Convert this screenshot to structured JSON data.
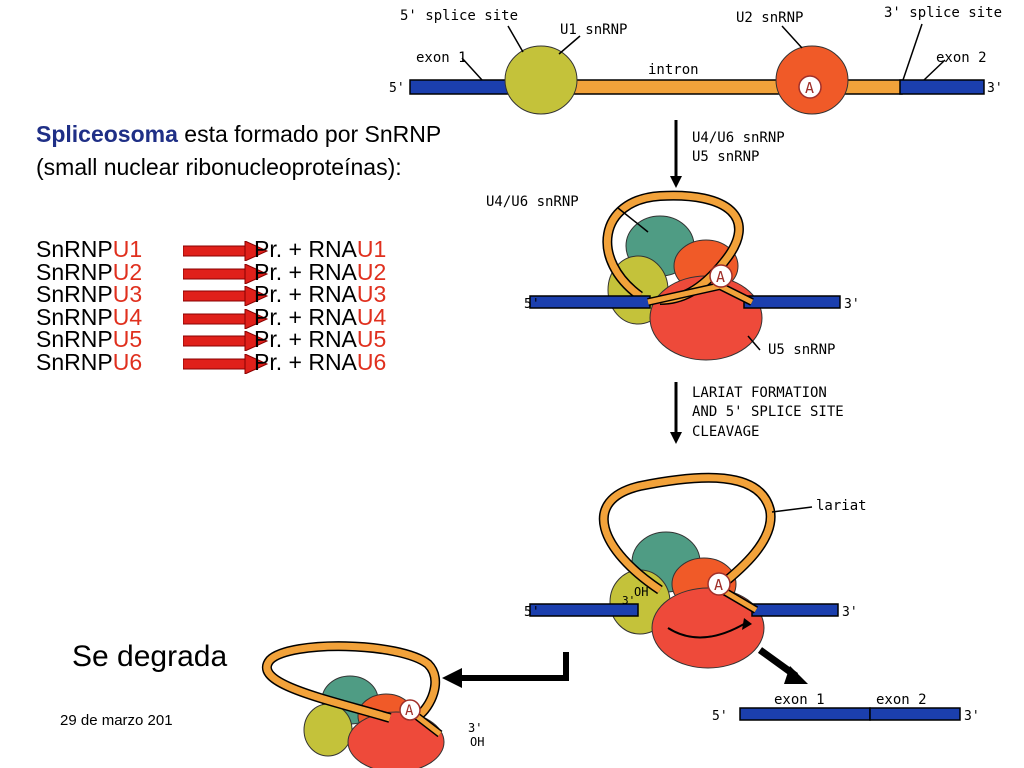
{
  "intro": {
    "keyword": "Spliceosoma",
    "rest": " esta formado por SnRNP (small nuclear ribonucleoproteínas):"
  },
  "snrnp_list": [
    {
      "prefix": "SnRNP",
      "code": "U1",
      "rhs_prefix": "Pr. + RNA",
      "rhs_code": "U1"
    },
    {
      "prefix": "SnRNP",
      "code": "U2",
      "rhs_prefix": "Pr. + RNA",
      "rhs_code": "U2"
    },
    {
      "prefix": "SnRNP",
      "code": "U3",
      "rhs_prefix": "Pr. + RNA",
      "rhs_code": "U3"
    },
    {
      "prefix": "SnRNP",
      "code": "U4",
      "rhs_prefix": "Pr. + RNA",
      "rhs_code": "U4"
    },
    {
      "prefix": "SnRNP",
      "code": "U5",
      "rhs_prefix": "Pr. + RNA",
      "rhs_code": "U5"
    },
    {
      "prefix": "SnRNP",
      "code": "U6",
      "rhs_prefix": "Pr. + RNA",
      "rhs_code": "U6"
    }
  ],
  "degrada_label": "Se degrada",
  "footer_date": "29 de marzo 201",
  "diagram": {
    "five_splice_site": "5' splice site",
    "u1": "U1 snRNP",
    "u2": "U2 snRNP",
    "three_splice_site": "3' splice site",
    "exon1": "exon 1",
    "intron": "intron",
    "exon2": "exon 2",
    "five_prime": "5'",
    "three_prime": "3'",
    "step1_line1": "U4/U6 snRNP",
    "step1_line2": "U5 snRNP",
    "u4u6": "U4/U6 snRNP",
    "u5": "U5 snRNP",
    "step2_line1": "LARIAT FORMATION",
    "step2_line2": "AND 5' SPLICE SITE",
    "step2_line3": "CLEAVAGE",
    "lariat": "lariat",
    "oh": "OH",
    "three_oh": "3'",
    "final_exon1": "exon 1",
    "final_exon2": "exon 2",
    "branch_a": "A"
  },
  "colors": {
    "exon_blue": "#1b3fae",
    "intron_orange": "#f2a23a",
    "u1_olive": "#c4c23a",
    "u2_red": "#f05a28",
    "u5_red": "#ee4a3a",
    "u4u6_teal": "#4f9c84",
    "arrow_red": "#e0201a"
  }
}
